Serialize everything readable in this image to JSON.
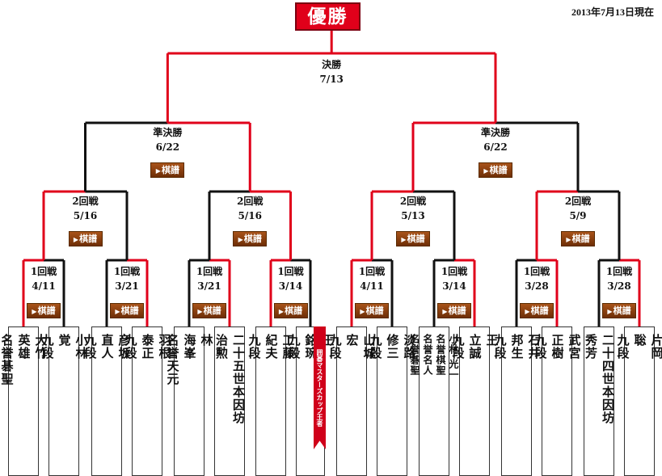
{
  "header": {
    "champion_label": "優勝",
    "date_stamp": "2013年7月13日現在"
  },
  "final": {
    "name": "決勝",
    "date": "7/13"
  },
  "semifinals": [
    {
      "name": "準決勝",
      "date": "6/22"
    },
    {
      "name": "準決勝",
      "date": "6/22"
    }
  ],
  "round2": [
    {
      "name": "2回戦",
      "date": "5/16"
    },
    {
      "name": "2回戦",
      "date": "5/16"
    },
    {
      "name": "2回戦",
      "date": "5/13"
    },
    {
      "name": "2回戦",
      "date": "5/9"
    }
  ],
  "round1": [
    {
      "name": "1回戦",
      "date": "4/11"
    },
    {
      "name": "1回戦",
      "date": "3/21"
    },
    {
      "name": "1回戦",
      "date": "3/21"
    },
    {
      "name": "1回戦",
      "date": "3/14"
    },
    {
      "name": "1回戦",
      "date": "4/11"
    },
    {
      "name": "1回戦",
      "date": "3/14"
    },
    {
      "name": "1回戦",
      "date": "3/28"
    },
    {
      "name": "1回戦",
      "date": "3/28"
    }
  ],
  "kifu_label": "棋譜",
  "ribbon_text": "囲碁マスターズカップ王者",
  "players": [
    {
      "cols": [
        "大竹",
        "英雄",
        "名誉碁聖"
      ]
    },
    {
      "cols": [
        "小林",
        "覚",
        "九段"
      ]
    },
    {
      "cols": [
        "彦坂",
        "直人",
        "九段"
      ]
    },
    {
      "cols": [
        "羽根",
        "泰正",
        "九段"
      ]
    },
    {
      "cols": [
        "林",
        "海峯",
        "名誉天元"
      ]
    },
    {
      "cols": [
        "二十五世本因坊",
        "治勲"
      ]
    },
    {
      "cols": [
        "工藤",
        "紀夫",
        "九段"
      ]
    },
    {
      "cols": [
        "王",
        "銘琬",
        "九段"
      ]
    },
    {
      "cols": [
        "山城",
        "宏",
        "九段"
      ]
    },
    {
      "cols": [
        "淡路",
        "修三",
        "九段"
      ]
    },
    {
      "cols": [
        "小林 光一",
        "名誉棋聖",
        "名誉名人",
        "名誉碁聖"
      ]
    },
    {
      "cols": [
        "王",
        "立誠",
        "九段"
      ]
    },
    {
      "cols": [
        "石井",
        "邦生",
        "九段"
      ]
    },
    {
      "cols": [
        "武宮",
        "正樹",
        "九段"
      ]
    },
    {
      "cols": [
        "二十四世本因坊",
        "秀芳"
      ]
    },
    {
      "cols": [
        "片岡",
        "聡",
        "九段"
      ]
    }
  ],
  "colors": {
    "winner_line": "#e0001a",
    "loser_line": "#111111",
    "kifu_bg": "#8b3d0f"
  }
}
